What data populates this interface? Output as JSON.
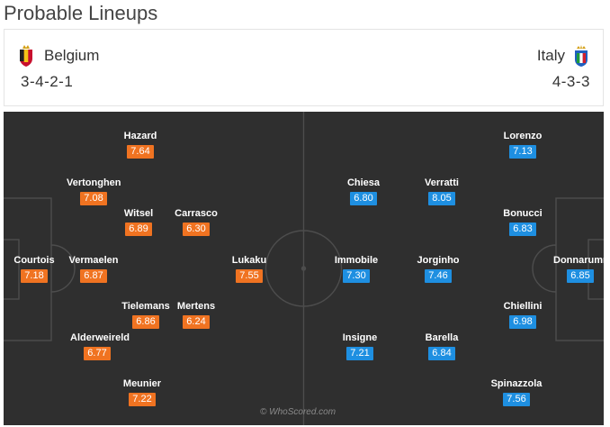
{
  "page": {
    "title": "Probable Lineups"
  },
  "home": {
    "name": "Belgium",
    "formation": "3-4-2-1",
    "badge_icon": "belgium-crest-icon",
    "rating_color": "#f07321",
    "players": [
      {
        "name": "Hazard",
        "rating": "7.64"
      },
      {
        "name": "Vertonghen",
        "rating": "7.08"
      },
      {
        "name": "Witsel",
        "rating": "6.89"
      },
      {
        "name": "Carrasco",
        "rating": "6.30"
      },
      {
        "name": "Courtois",
        "rating": "7.18"
      },
      {
        "name": "Vermaelen",
        "rating": "6.87"
      },
      {
        "name": "Lukaku",
        "rating": "7.55"
      },
      {
        "name": "Tielemans",
        "rating": "6.86"
      },
      {
        "name": "Mertens",
        "rating": "6.24"
      },
      {
        "name": "Alderweireld",
        "rating": "6.77"
      },
      {
        "name": "Meunier",
        "rating": "7.22"
      }
    ]
  },
  "away": {
    "name": "Italy",
    "formation": "4-3-3",
    "badge_icon": "italy-crest-icon",
    "rating_color": "#1e8fe1",
    "players": [
      {
        "name": "Lorenzo",
        "rating": "7.13"
      },
      {
        "name": "Chiesa",
        "rating": "6.80"
      },
      {
        "name": "Verratti",
        "rating": "8.05"
      },
      {
        "name": "Bonucci",
        "rating": "6.83"
      },
      {
        "name": "Immobile",
        "rating": "7.30"
      },
      {
        "name": "Jorginho",
        "rating": "7.46"
      },
      {
        "name": "Donnarumma",
        "rating": "6.85"
      },
      {
        "name": "Chiellini",
        "rating": "6.98"
      },
      {
        "name": "Insigne",
        "rating": "7.21"
      },
      {
        "name": "Barella",
        "rating": "6.84"
      },
      {
        "name": "Spinazzola",
        "rating": "7.56"
      }
    ]
  },
  "watermark": "© WhoScored.com"
}
